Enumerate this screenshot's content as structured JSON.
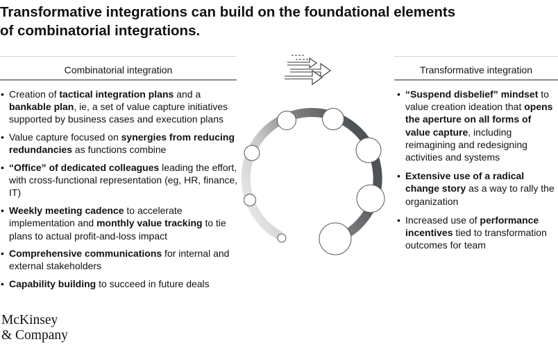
{
  "title": {
    "line1": "Transformative integrations can build on the foundational elements",
    "line2": "of combinatorial integrations."
  },
  "left_column": {
    "header": "Combinatorial integration",
    "items": [
      [
        {
          "t": "Creation of "
        },
        {
          "t": "tactical integration plans",
          "b": true
        },
        {
          "t": " and a "
        },
        {
          "t": "bankable plan",
          "b": true
        },
        {
          "t": ", ie, a set of value capture initiatives supported by business cases and execution plans"
        }
      ],
      [
        {
          "t": "Value capture focused on "
        },
        {
          "t": "synergies from reducing redundancies",
          "b": true
        },
        {
          "t": " as functions combine"
        }
      ],
      [
        {
          "t": "“Office” of dedicated colleagues",
          "b": true
        },
        {
          "t": " leading the effort, with cross-functional representation (eg, HR, finance, IT)"
        }
      ],
      [
        {
          "t": "Weekly meeting cadence",
          "b": true
        },
        {
          "t": " to accelerate implementation and "
        },
        {
          "t": "monthly value tracking",
          "b": true
        },
        {
          "t": " to tie plans to actual profit-and-loss impact"
        }
      ],
      [
        {
          "t": "Comprehensive communications",
          "b": true
        },
        {
          "t": " for internal and external stakeholders"
        }
      ],
      [
        {
          "t": "Capability building",
          "b": true
        },
        {
          "t": " to succeed in future deals"
        }
      ]
    ]
  },
  "right_column": {
    "header": "Transformative integration",
    "items": [
      [
        {
          "t": "“Suspend disbelief” mindset",
          "b": true
        },
        {
          "t": " to value creation ideation that "
        },
        {
          "t": "opens the aperture on all forms of value capture",
          "b": true
        },
        {
          "t": ", including reimagining and redesigning activities and systems"
        }
      ],
      [
        {
          "t": "Extensive use of a radical change story",
          "b": true
        },
        {
          "t": " as a way to rally the organization"
        }
      ],
      [
        {
          "t": "Increased use of "
        },
        {
          "t": "performance incentives",
          "b": true
        },
        {
          "t": " tied to transformation outcomes for team"
        }
      ]
    ]
  },
  "graphic": {
    "arrows_icon": "fast-forward-arrows-icon",
    "ring_colors": [
      "#f2f2f2",
      "#c9c9c9",
      "#7a7a7a",
      "#4f5257"
    ],
    "circle_count": 8
  },
  "logo": {
    "line1": "McKinsey",
    "line2": "& Company"
  }
}
